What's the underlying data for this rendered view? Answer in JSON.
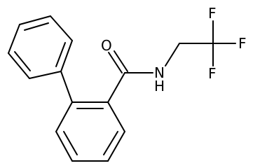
{
  "molecule": {
    "atoms": {
      "oxygen": "O",
      "nitrogen": "N",
      "hydrogen": "H",
      "fluorine_top": "F",
      "fluorine_right": "F",
      "fluorine_bottom": "F"
    },
    "line_color": "#000000",
    "background": "#ffffff"
  }
}
